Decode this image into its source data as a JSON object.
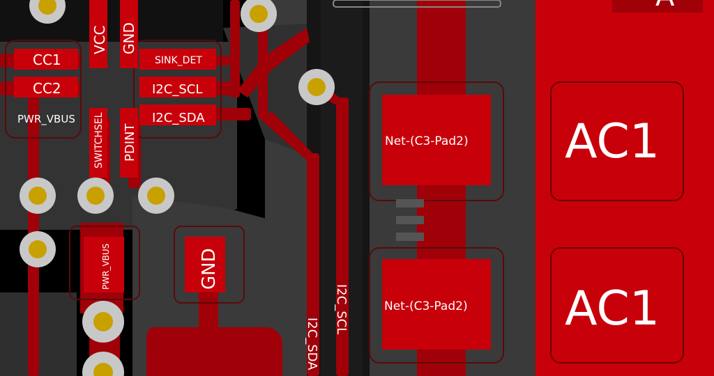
{
  "view": {
    "layer_colors": {
      "background": "#000000",
      "copper_fill": "#3a3a3a",
      "copper_fill_dark": "#2b2b2b",
      "pad_red": "#c8000a",
      "track_red": "#a00008",
      "via_ring": "#c8c8c8",
      "via_hole": "#c8a000",
      "outline": "#5a0a0a",
      "text": "#ffffff"
    }
  },
  "net_labels": {
    "cc1": "CC1",
    "cc2": "CC2",
    "pwr_vbus": "PWR_VBUS",
    "vcc": "VCC",
    "gnd_top": "GND",
    "sink_det": "SINK_DET",
    "i2c_scl": "I2C_SCL",
    "i2c_sda": "I2C_SDA",
    "switchsel": "SWITCHSEL",
    "pdint": "PDINT",
    "pwr_vbus_vertical": "PWR_VBUS",
    "gnd_pad": "GND",
    "i2c_scl_track": "I2C_SCL",
    "i2c_sda_track": "I2C_SDA",
    "net_c3_pad2_top": "Net-(C3-Pad2)",
    "net_c3_pad2_bottom": "Net-(C3-Pad2)",
    "ac1_top": "AC1",
    "ac1_bottom": "AC1",
    "partial_corner": "A"
  }
}
